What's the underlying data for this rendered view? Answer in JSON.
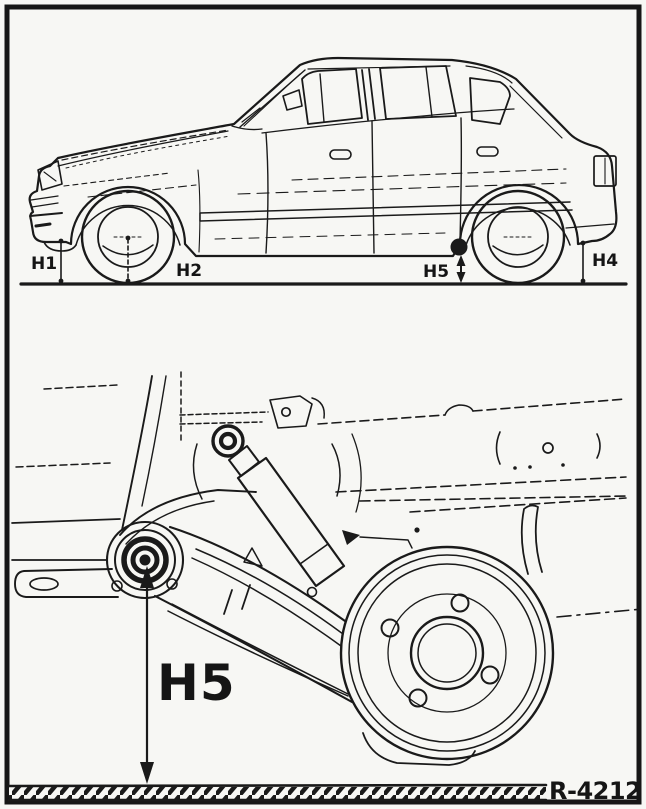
{
  "figure": {
    "paper_color": "#f7f7f4",
    "ink_color": "#1a1a1a",
    "top_panel": {
      "name": "vehicle-side-view-height-measurement-points",
      "labels": [
        {
          "id": "H1",
          "text": "H1"
        },
        {
          "id": "H2",
          "text": "H2"
        },
        {
          "id": "H5",
          "text": "H5"
        },
        {
          "id": "H4",
          "text": "H4"
        }
      ]
    },
    "bottom_panel": {
      "name": "rear-axle-underbody-detail",
      "measurement_label": "H5"
    },
    "reference_code": "R-4212"
  }
}
